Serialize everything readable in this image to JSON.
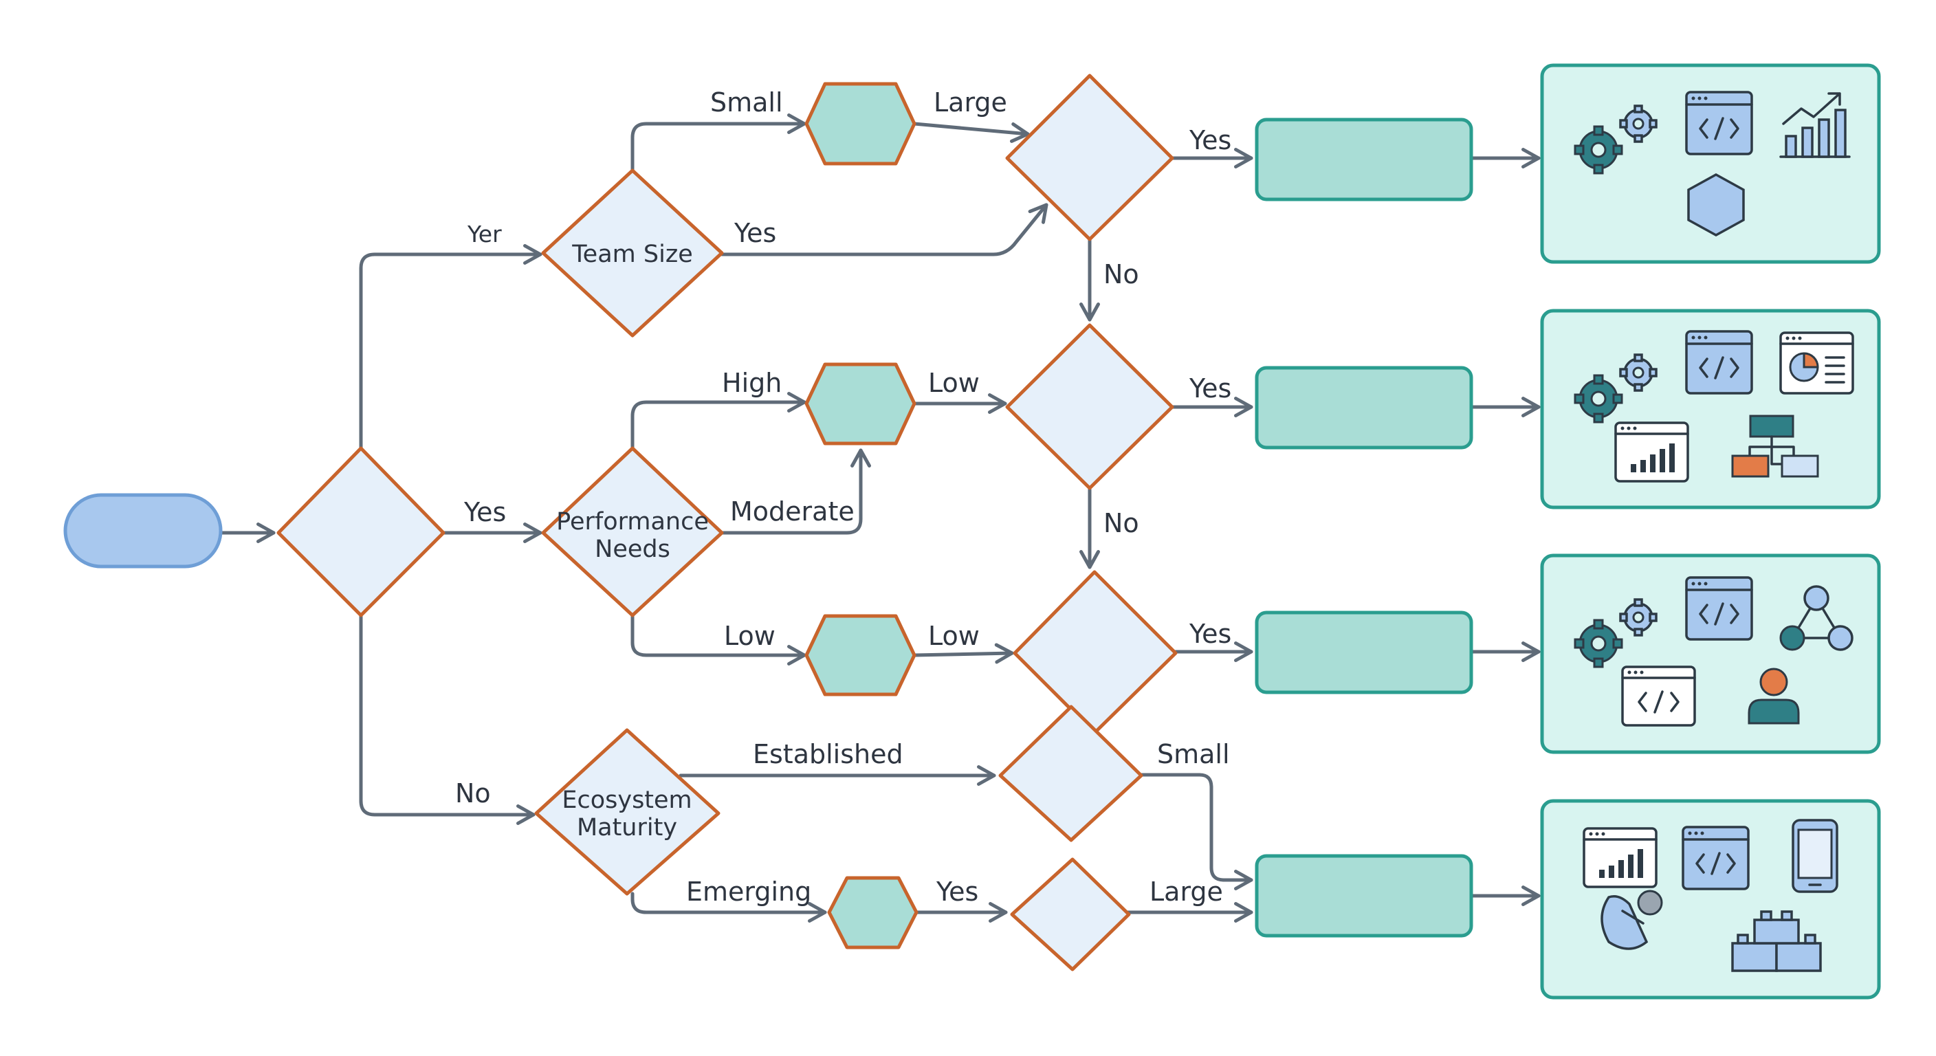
{
  "nodes": {
    "team_size": "Team Size",
    "performance_needs": [
      "Performance",
      "Needs"
    ],
    "ecosystem_maturity": [
      "Ecosystem",
      "Maturity"
    ]
  },
  "edge_labels": {
    "yer": "Yer",
    "yes_root": "Yes",
    "no_root": "No",
    "small_top": "Small",
    "large_top": "Large",
    "yes_team": "Yes",
    "yes_d1": "Yes",
    "no_d1": "No",
    "high": "High",
    "low_hex2": "Low",
    "moderate": "Moderate",
    "yes_d2": "Yes",
    "no_d2": "No",
    "low_perf": "Low",
    "low_hex3": "Low",
    "yes_d3": "Yes",
    "established": "Established",
    "small_bottom": "Small",
    "emerging": "Emerging",
    "yes_hex4": "Yes",
    "large_bottom": "Large"
  },
  "icons": {
    "panel1": [
      "gears-icon",
      "code-window-icon",
      "growth-chart-icon",
      "hexagon-icon"
    ],
    "panel2": [
      "gears-icon",
      "code-window-icon",
      "dashboard-icon",
      "bar-chart-window-icon",
      "hierarchy-icon"
    ],
    "panel3": [
      "gears-icon",
      "code-window-icon",
      "network-icon",
      "code-window-icon",
      "user-icon"
    ],
    "panel4": [
      "bar-chart-window-icon",
      "code-window-icon",
      "mobile-icon",
      "robot-arm-icon",
      "blocks-icon"
    ]
  },
  "colors": {
    "decision_stroke": "#c8642c",
    "decision_fill": "#e6f0fa",
    "hex_fill": "#a9ddd6",
    "result_stroke": "#2a9d8f",
    "start_fill": "#a8c8ee",
    "edge": "#5f6b78"
  }
}
